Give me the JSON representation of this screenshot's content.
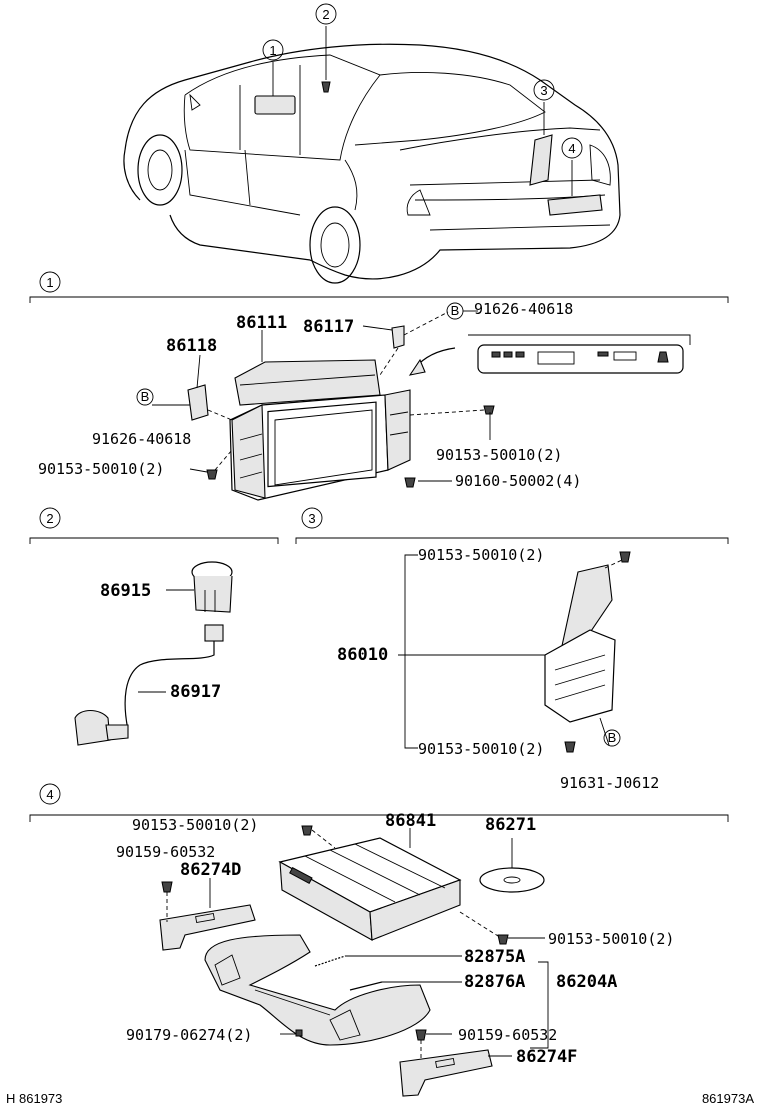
{
  "callouts": [
    "1",
    "2",
    "3",
    "4"
  ],
  "balloon_b": "B",
  "section1": {
    "parts": {
      "p86111": "86111",
      "p86117": "86117",
      "p86118": "86118",
      "p91626_top": "91626-40618",
      "p91626_left": "91626-40618",
      "p90153_left": "90153-50010(2)",
      "p90153_right": "90153-50010(2)",
      "p90160": "90160-50002(4)"
    }
  },
  "section2": {
    "parts": {
      "p86915": "86915",
      "p86917": "86917"
    }
  },
  "section3": {
    "parts": {
      "p90153_top": "90153-50010(2)",
      "p86010": "86010",
      "p90153_bottom": "90153-50010(2)",
      "p91631": "91631-J0612"
    }
  },
  "section4": {
    "parts": {
      "p90153_a": "90153-50010(2)",
      "p86841": "86841",
      "p86271": "86271",
      "p90159_a": "90159-60532",
      "p86274D": "86274D",
      "p90153_b": "90153-50010(2)",
      "p82875A": "82875A",
      "p82876A": "82876A",
      "p86204A": "86204A",
      "p90179": "90179-06274(2)",
      "p90159_b": "90159-60532",
      "p86274F": "86274F"
    }
  },
  "footer": {
    "left": "H 861973",
    "right": "861973A"
  }
}
